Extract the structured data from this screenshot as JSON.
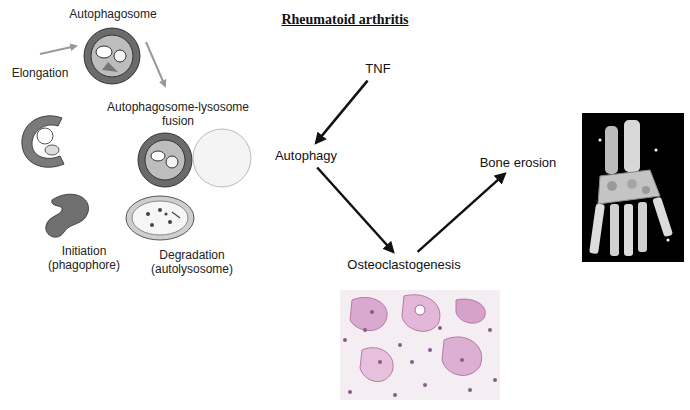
{
  "diagram": {
    "title": "Rheumatoid arthritis",
    "nodes": [
      {
        "text": [
          "TNF"
        ]
      },
      {
        "text": [
          "Autophagy"
        ]
      },
      {
        "text": [
          "Osteoclastogenesis"
        ]
      },
      {
        "text": [
          "Bone erosion"
        ]
      }
    ],
    "edges": [
      {
        "from": 0,
        "to": 1,
        "arrow": "to"
      },
      {
        "from": 1,
        "to": 2,
        "arrow": "to"
      },
      {
        "from": 2,
        "to": 3,
        "arrow": "to"
      }
    ],
    "labels": [
      "Autophagosome",
      "Elongation",
      "Autophagosome-lysosome fusion",
      "Initiation (phagophore)",
      "Degradation (autolysosome)"
    ]
  }
}
